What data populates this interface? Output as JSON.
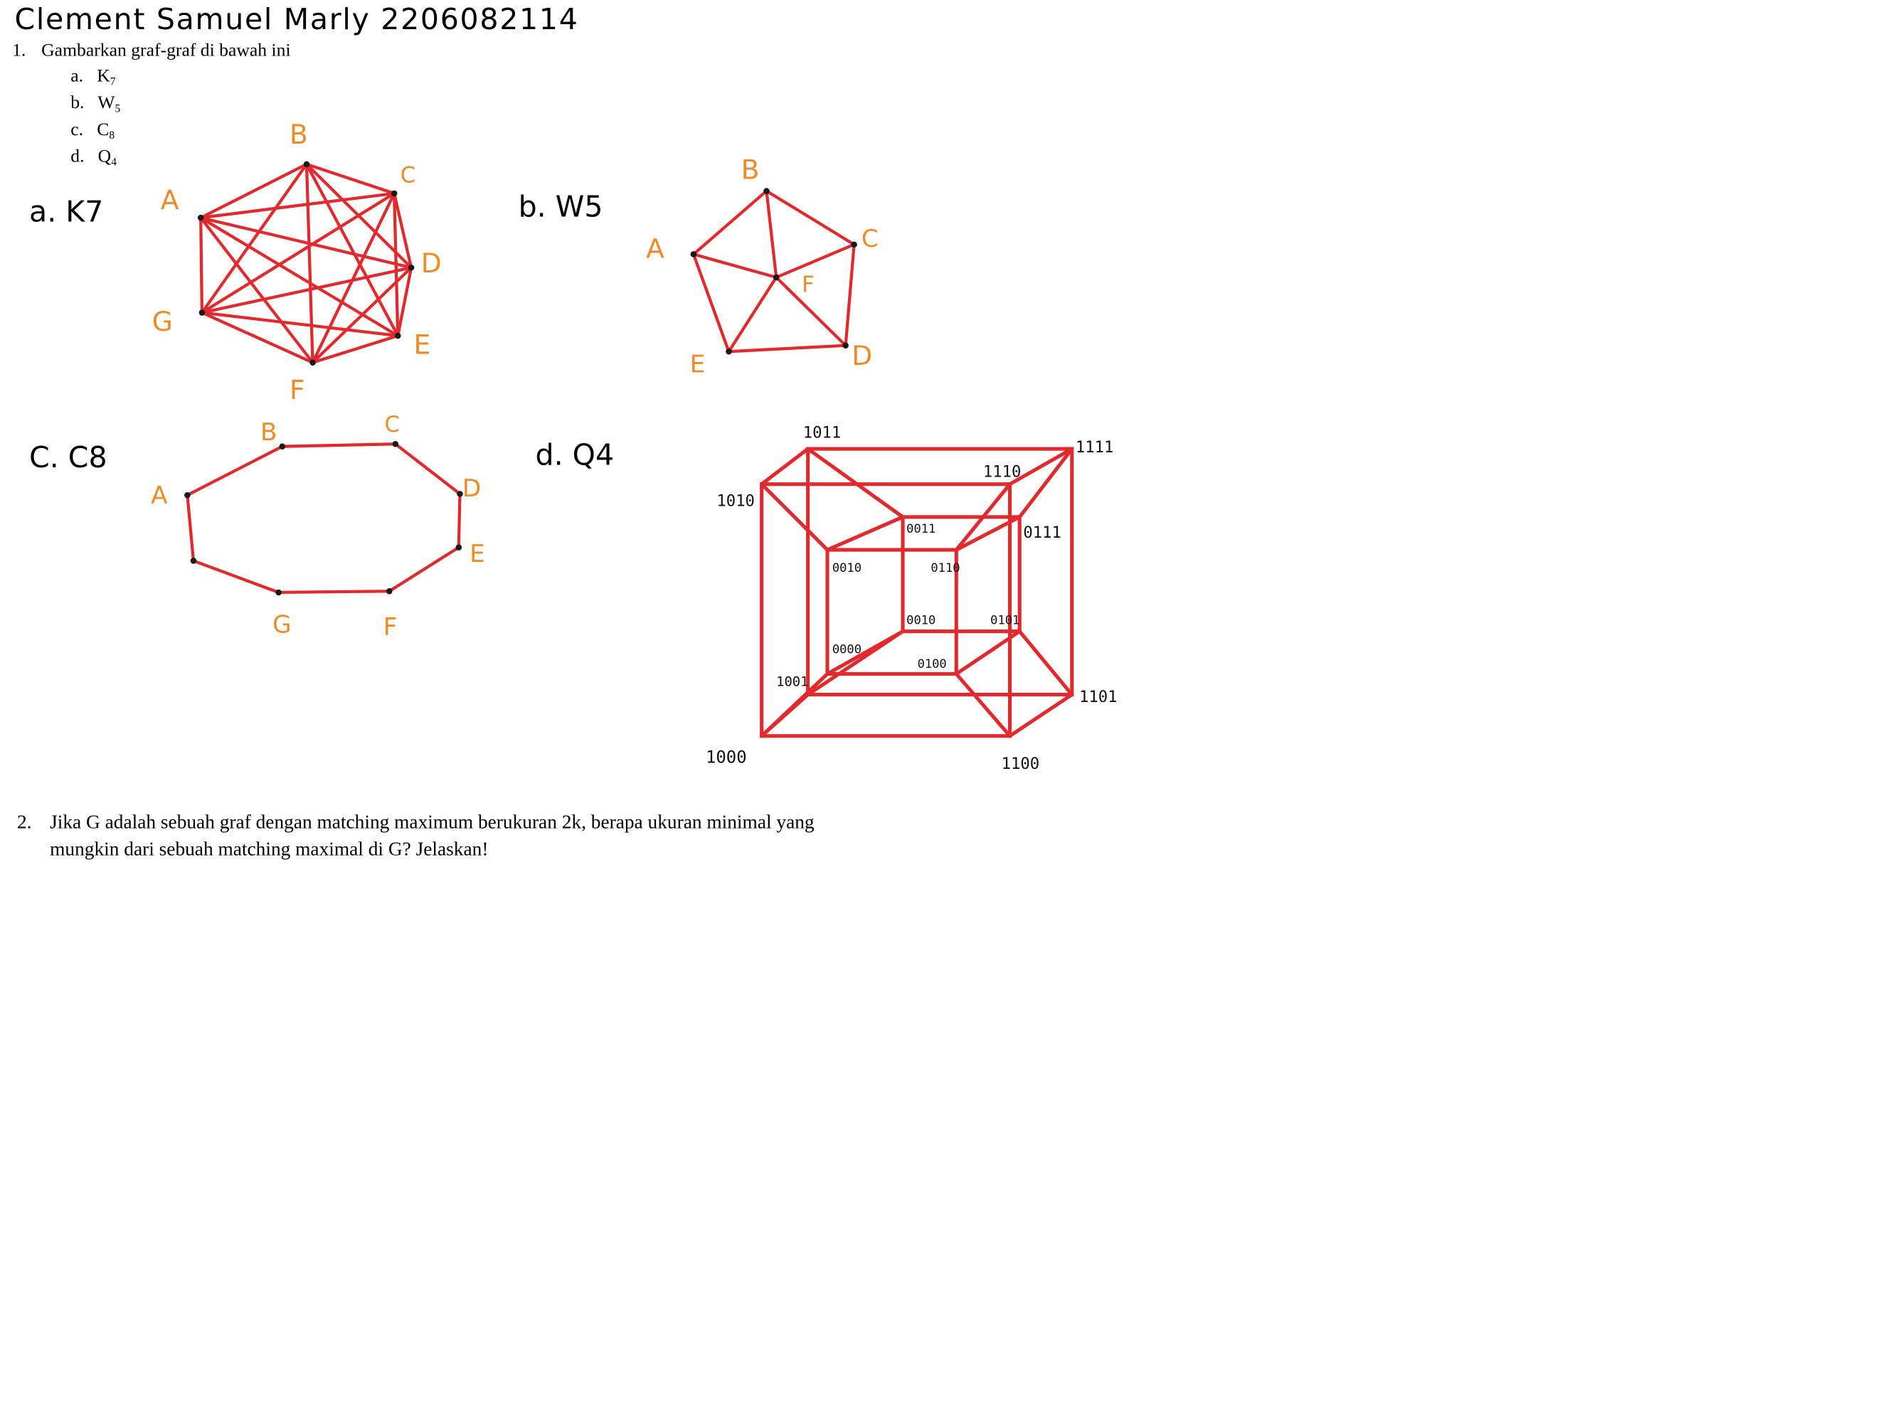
{
  "header": {
    "student_line": "Clement Samuel Marly   2206082114"
  },
  "q1": {
    "number": "1.",
    "text": "Gambarkan graf-graf di bawah ini",
    "items": [
      {
        "letter": "a.",
        "base": "K",
        "sub": "7"
      },
      {
        "letter": "b.",
        "base": "W",
        "sub": "5"
      },
      {
        "letter": "c.",
        "base": "C",
        "sub": "8"
      },
      {
        "letter": "d.",
        "base": "Q",
        "sub": "4"
      }
    ]
  },
  "answers": {
    "a": {
      "caption": "a.  K7",
      "labels": [
        "A",
        "B",
        "C",
        "D",
        "E",
        "F",
        "G"
      ]
    },
    "b": {
      "caption": "b. W5",
      "labels": [
        "A",
        "B",
        "C",
        "D",
        "E",
        "F"
      ]
    },
    "c": {
      "caption": "C. C8",
      "labels": [
        "A",
        "B",
        "C",
        "D",
        "E",
        "F",
        "G"
      ]
    },
    "d": {
      "caption": "d. Q4",
      "labels": [
        "1011",
        "1111",
        "1010",
        "1110",
        "0011",
        "0111",
        "0010",
        "0110",
        "0010",
        "0101",
        "0000",
        "0100",
        "1001",
        "1101",
        "1000",
        "1100"
      ]
    }
  },
  "q2": {
    "number": "2.",
    "line1": "Jika G adalah sebuah graf dengan matching maximum berukuran 2k, berapa ukuran minimal yang",
    "line2": "mungkin dari sebuah matching maximal di G? Jelaskan!"
  },
  "colors": {
    "edge": "#e12a2e",
    "vertex_label": "#f08a24",
    "ink": "#111111"
  }
}
